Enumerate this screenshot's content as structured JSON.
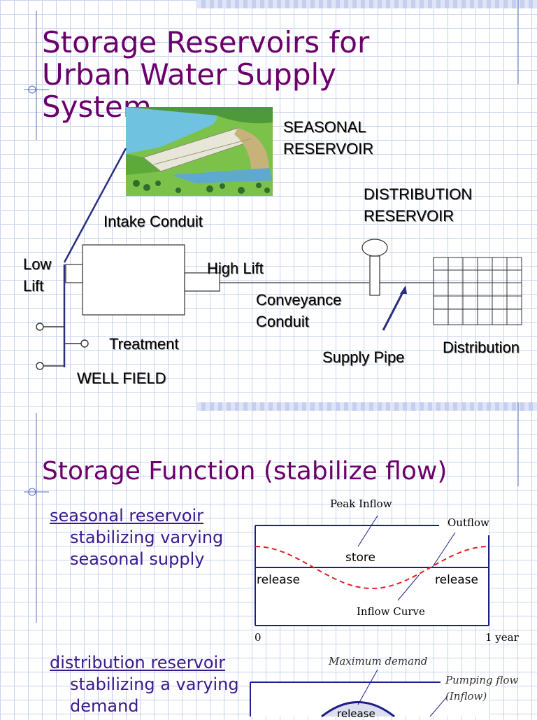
{
  "slide1": {
    "title": "Storage Reservoirs for Urban Water Supply System",
    "labels": {
      "seasonal_reservoir": "SEASONAL\nRESERVOIR",
      "distribution_reservoir": "DISTRIBUTION\nRESERVOIR",
      "intake_conduit": "Intake Conduit",
      "low_lift": "Low\nLift",
      "high_lift": "High Lift",
      "conveyance_conduit": "Conveyance\nConduit",
      "treatment": "Treatment",
      "supply_pipe": "Supply Pipe",
      "distribution": "Distribution",
      "well_field": "WELL FIELD"
    }
  },
  "slide2": {
    "title": "Storage Function (stabilize flow)",
    "bullets": [
      {
        "head": "seasonal reservoir",
        "body": "stabilizing varying\nseasonal supply"
      },
      {
        "head": "distribution reservoir",
        "body": "stabilizing a varying\ndemand"
      }
    ],
    "diagram1": {
      "peak_inflow": "Peak Inflow",
      "outflow": "Outflow",
      "store": "store",
      "release_left": "release",
      "release_right": "release",
      "inflow_curve": "Inflow Curve",
      "x_start": "0",
      "x_end": "1 year"
    },
    "diagram2": {
      "maximum_demand": "Maximum demand",
      "pumping_flow": "Pumping flow\n(Inflow)",
      "release": "release"
    }
  },
  "colors": {
    "title": "#6b006b",
    "bullet": "#3a1a8c",
    "diagram_line": "#1c1f8a",
    "inflow_curve": "#e02020"
  }
}
